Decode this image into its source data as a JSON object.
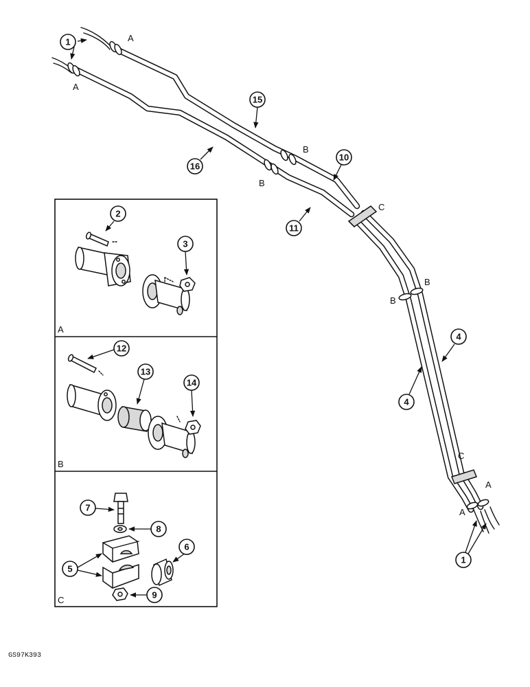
{
  "diagram": {
    "callouts": {
      "c1a": "1",
      "c1b": "1",
      "c2": "2",
      "c3": "3",
      "c4a": "4",
      "c4b": "4",
      "c5": "5",
      "c6": "6",
      "c7": "7",
      "c8": "8",
      "c9": "9",
      "c10": "10",
      "c11": "11",
      "c12": "12",
      "c13": "13",
      "c14": "14",
      "c15": "15",
      "c16": "16"
    },
    "letters": {
      "a1": "A",
      "a2": "A",
      "a3": "A",
      "a4": "A",
      "b1": "B",
      "b2": "B",
      "b3": "B",
      "b4": "B",
      "cc1": "C",
      "cc2": "C"
    },
    "panels": {
      "a": "A",
      "b": "B",
      "c": "C"
    },
    "reference": "GS97K393"
  }
}
